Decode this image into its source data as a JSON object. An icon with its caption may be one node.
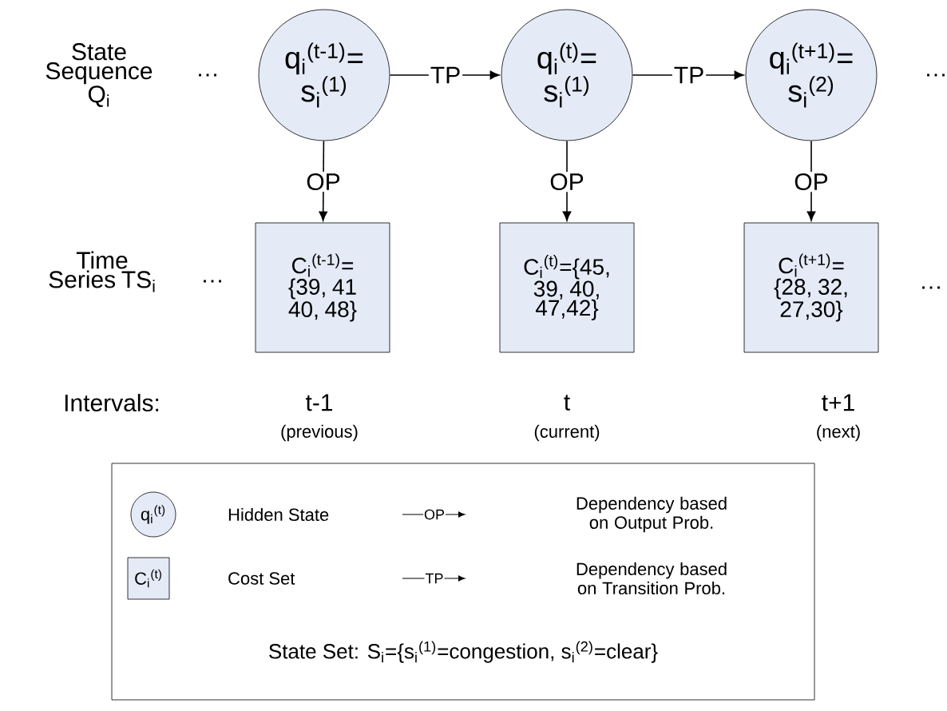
{
  "diagram": {
    "nodes": [
      {
        "text": [
          "q$_{i}$$^{(t-1)}$= s$_{i}$$^{(1)}$"
        ]
      },
      {
        "text": [
          "q$_{i}$$^{(t)}$= s$_{i}$$^{(1)}$"
        ]
      },
      {
        "text": [
          "q$_{i}$$^{(t+1)}$= s$_{i}$$^{(2)}$"
        ]
      },
      {
        "text": [
          "C$_{i}$$^{(t-1)}$= {39, 41 40, 48}"
        ]
      },
      {
        "text": [
          "C$_{i}$$^{(t)}$={45, 39, 40, 47,42}"
        ]
      },
      {
        "text": [
          "C$_{i}$$^{(t+1)}$= {28, 32, 27,30}"
        ]
      },
      {
        "text": [
          "State Set: S$_{i}$={s$_{i}$$^{(1)}$=congestion, s$_{i}$$^{(2)}$=clear}"
        ]
      },
      {
        "text": [
          "q$_{i}$$^{(t)}$"
        ],
        "in": 6
      },
      {
        "text": [
          "C$_{i}$$^{(t)}$"
        ],
        "in": 6
      }
    ],
    "edges": [
      {
        "from": 0,
        "to": 1,
        "arrow": "to",
        "label": "TP"
      },
      {
        "from": 1,
        "to": 2,
        "arrow": "to",
        "label": "TP"
      },
      {
        "from": 0,
        "to": 3,
        "arrow": "to",
        "label": "OP"
      },
      {
        "from": 1,
        "to": 4,
        "arrow": "to",
        "label": "OP"
      },
      {
        "from": 2,
        "to": 5,
        "arrow": "to",
        "label": "OP"
      }
    ],
    "labels": [
      "State Sequence Q$_{i}$",
      "…",
      "…",
      "Time Series TS$_{i}$",
      "…",
      "…",
      "Intervals:",
      "t-1",
      "t",
      "t+1",
      "(previous)",
      "(current)",
      "(next)",
      "OP",
      "TP"
    ],
    "legend": [
      {
        "text": "Hidden State"
      },
      {
        "text": "Dependency based on Output Prob."
      },
      {
        "text": "Cost Set"
      },
      {
        "text": "Dependency based on Transition Prob."
      }
    ]
  }
}
